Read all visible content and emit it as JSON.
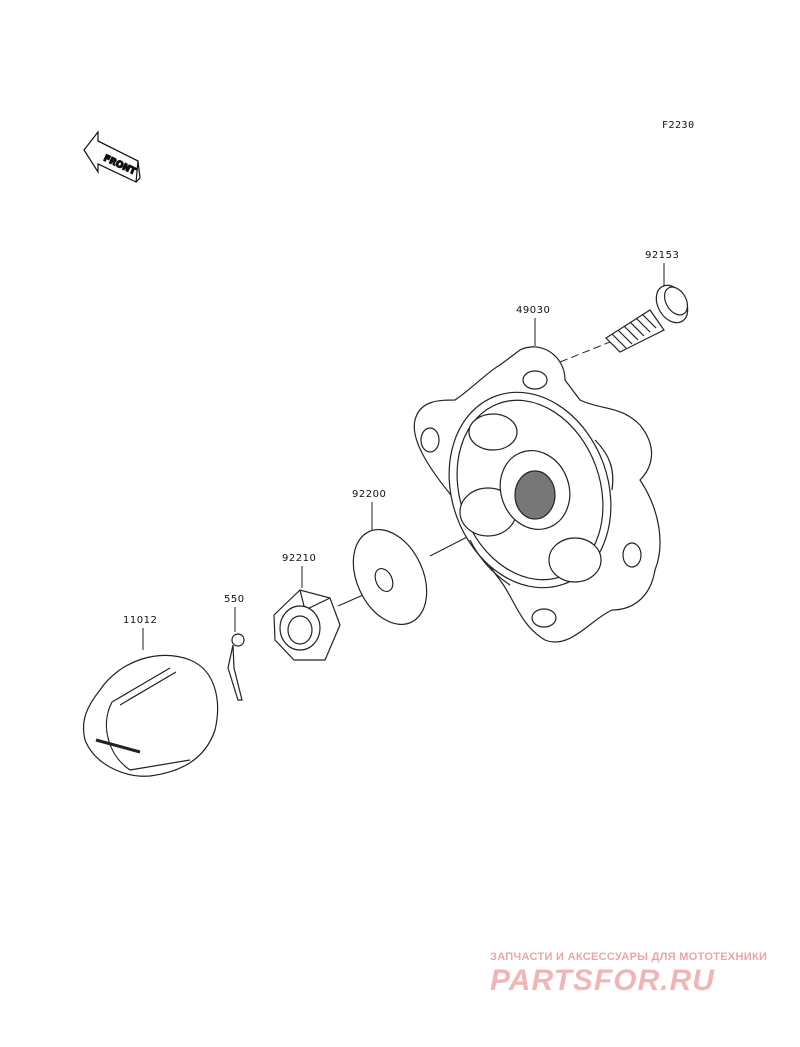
{
  "figure_code": "F2230",
  "front_label": "FRONT",
  "parts": {
    "p92153": "92153",
    "p49030": "49030",
    "p92200": "92200",
    "p92210": "92210",
    "p550": "550",
    "p11012": "11012"
  },
  "watermark": {
    "line1": "ЗАПЧАСТИ И АКСЕССУАРЫ ДЛЯ МОТОТЕХНИКИ",
    "line2": "PARTSFOR.RU"
  },
  "colors": {
    "line": "#222222",
    "watermark": "#f0b6b6"
  }
}
